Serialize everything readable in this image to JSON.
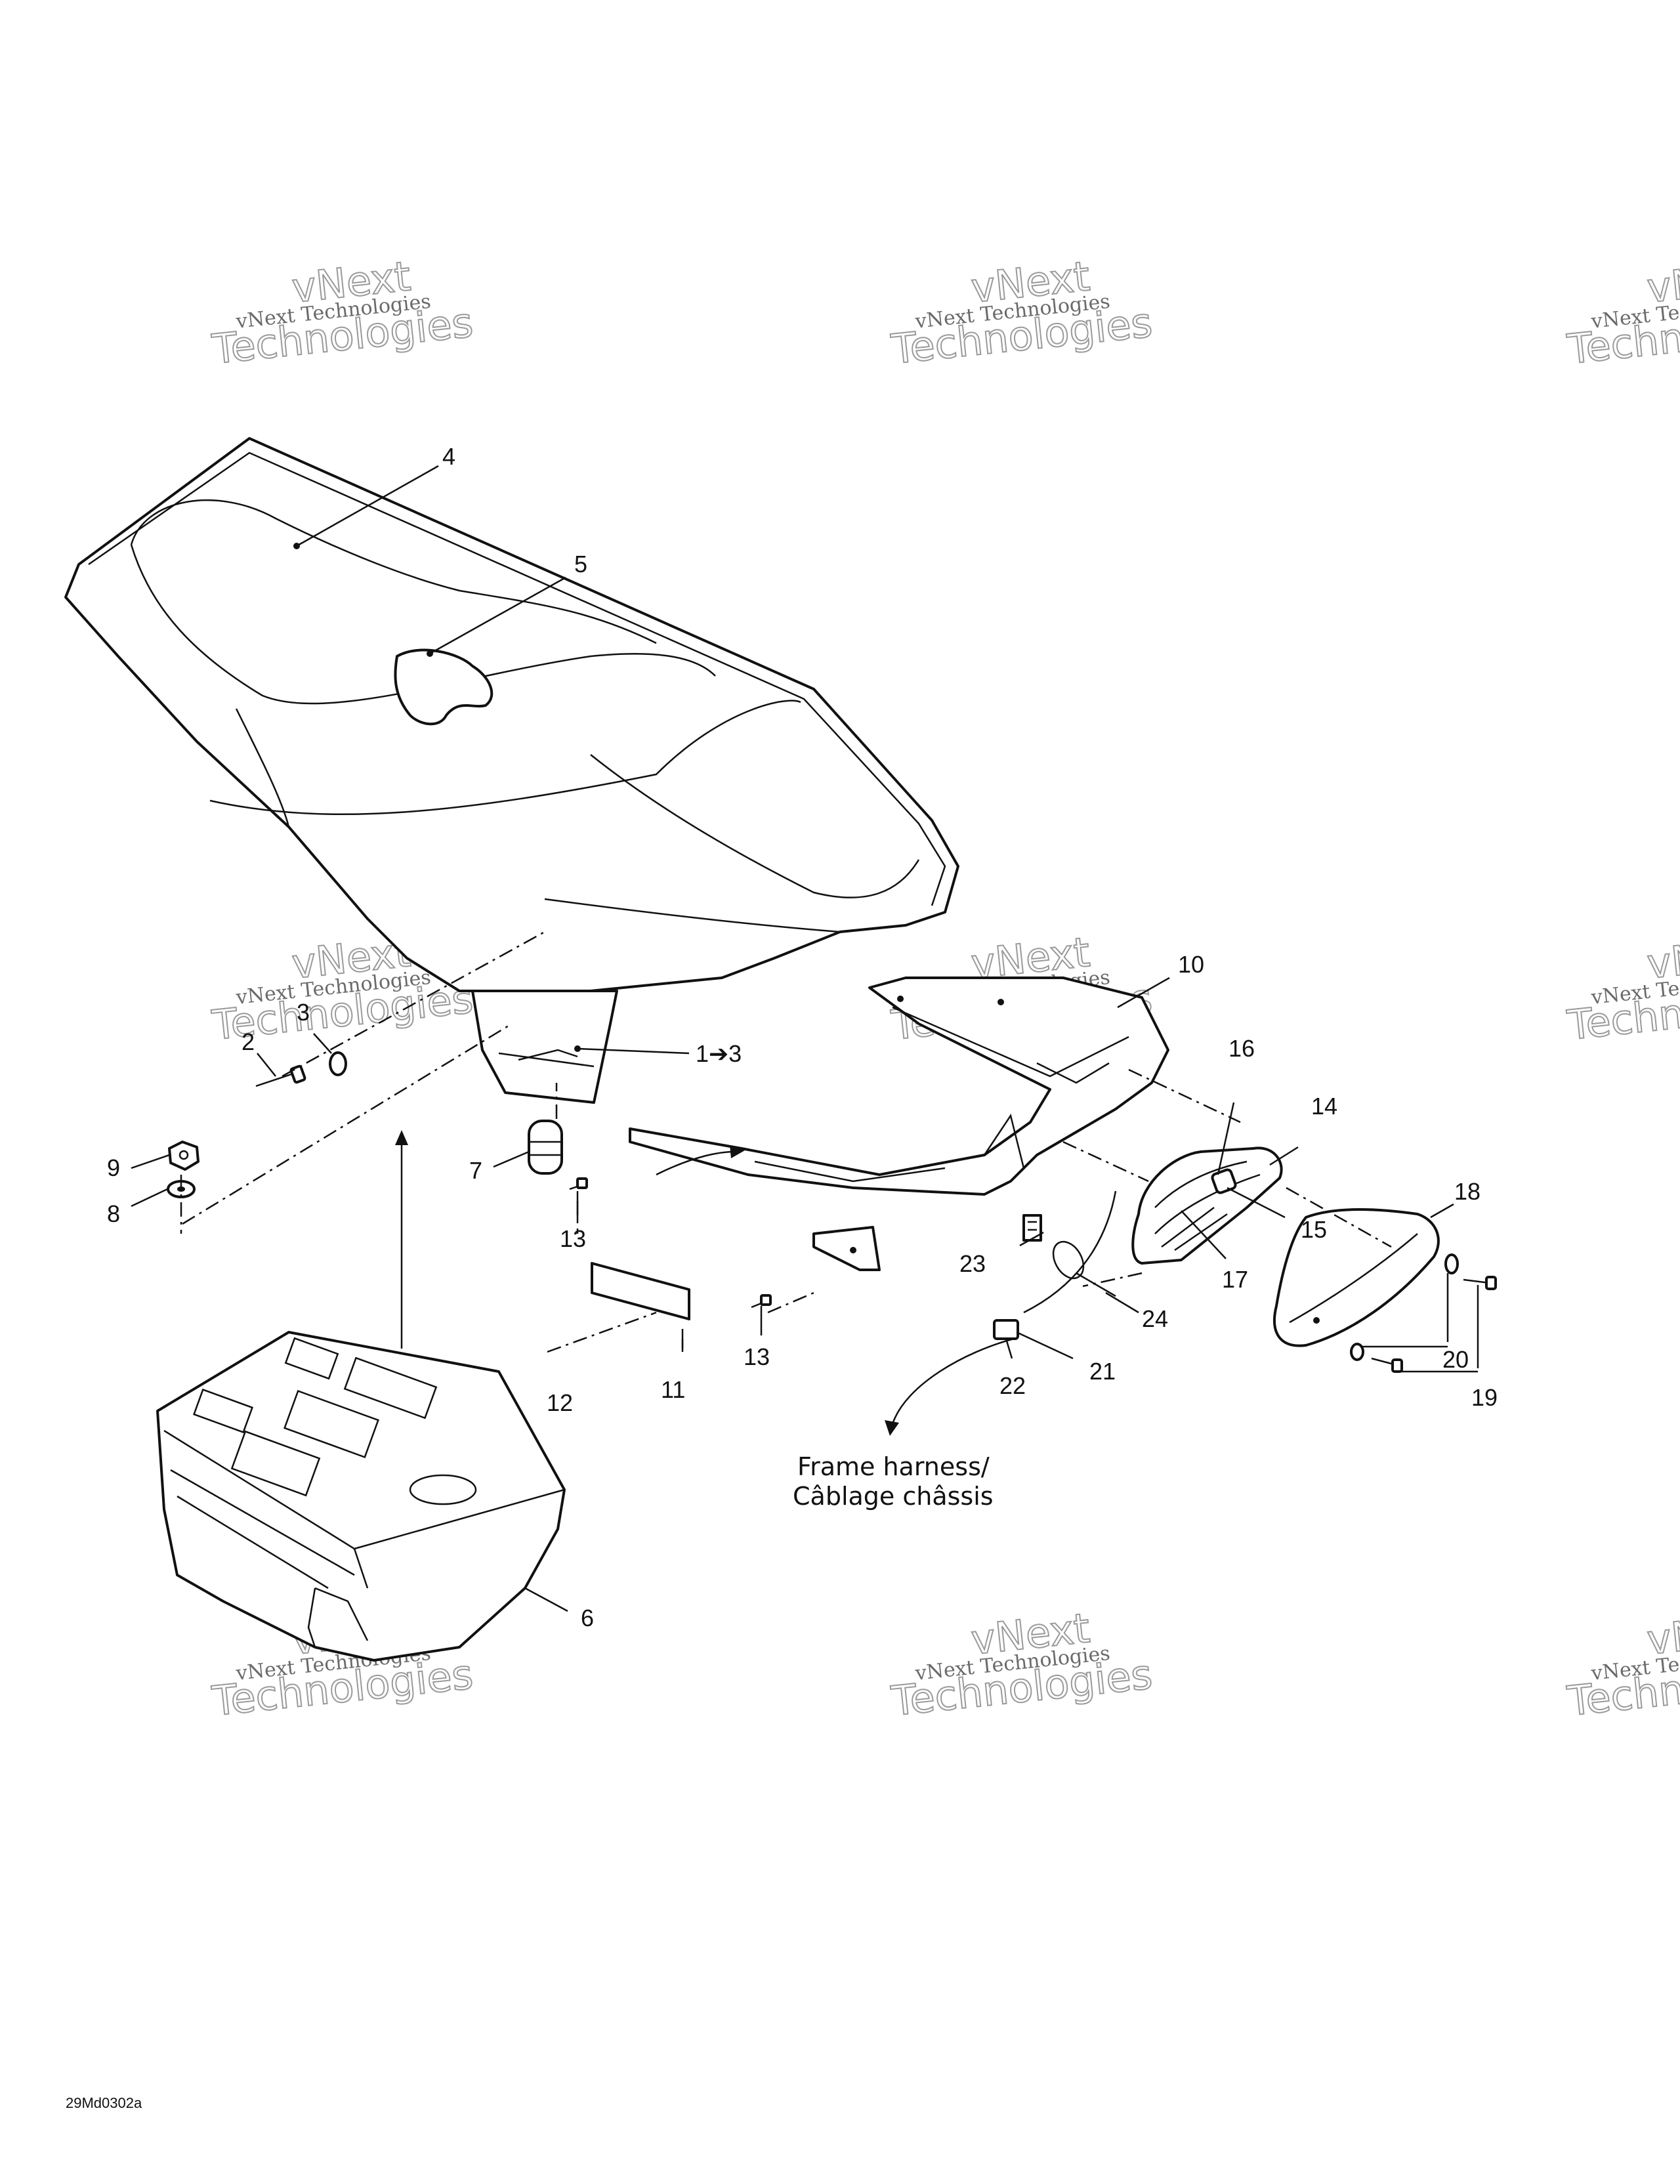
{
  "watermark": {
    "line1": "vNext Technologies",
    "line2": "vNext",
    "line3": "Technologies"
  },
  "callouts": {
    "c1": "1➔3",
    "c2": "2",
    "c3": "3",
    "c4": "4",
    "c5": "5",
    "c6": "6",
    "c7": "7",
    "c8": "8",
    "c9": "9",
    "c10": "10",
    "c11": "11",
    "c12": "12",
    "c13a": "13",
    "c13b": "13",
    "c14": "14",
    "c15": "15",
    "c16": "16",
    "c17": "17",
    "c18": "18",
    "c19": "19",
    "c20": "20",
    "c21": "21",
    "c22": "22",
    "c23": "23",
    "c24": "24"
  },
  "note": {
    "line1": "Frame harness/",
    "line2": "Câblage châssis"
  },
  "reference_code": "29Md0302a"
}
